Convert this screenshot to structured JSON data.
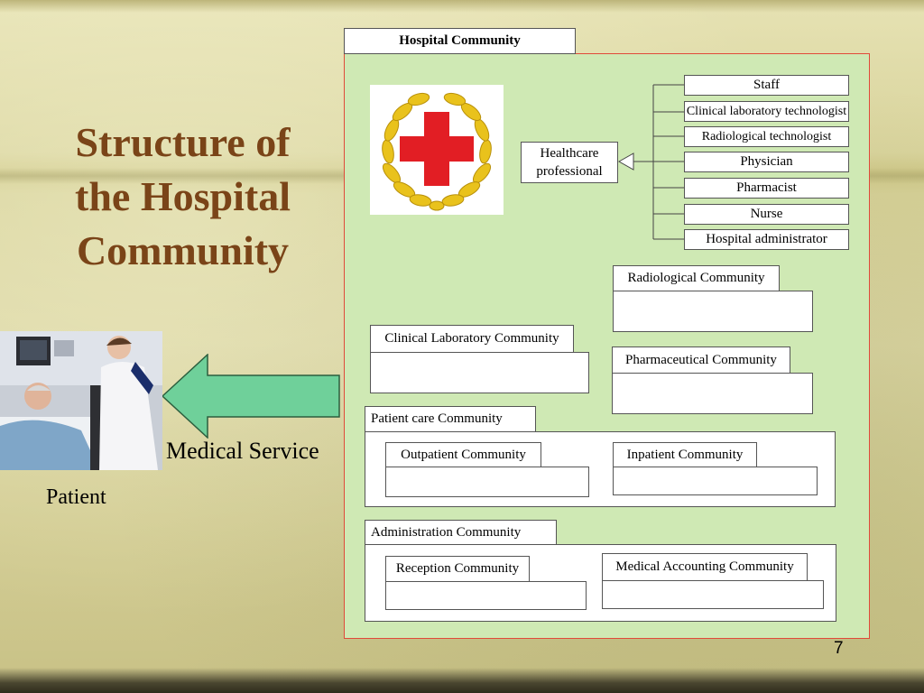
{
  "slide": {
    "title_lines": [
      "Structure of",
      "the Hospital",
      "Community"
    ],
    "page_number": "7",
    "colors": {
      "title": "#7a4418",
      "frame_fill": "#cfe9b4",
      "frame_border": "#e04a3a",
      "arrow_fill": "#6fd09a"
    }
  },
  "hospital": {
    "tab_label": "Hospital Community",
    "emblem_icon": "red-cross-laurel-icon",
    "healthcare_professional_lines": [
      "Healthcare",
      "professional"
    ],
    "roles": [
      "Staff",
      "Clinical laboratory technologist",
      "Radiological technologist",
      "Physician",
      "Pharmacist",
      "Nurse",
      "Hospital administrator"
    ],
    "communities": {
      "radiological": "Radiological Community",
      "clinical_laboratory": "Clinical Laboratory  Community",
      "pharmaceutical": "Pharmaceutical Community",
      "patient_care": "Patient care Community",
      "outpatient": "Outpatient Community",
      "inpatient": "Inpatient Community",
      "administration": "Administration Community",
      "reception": "Reception Community",
      "medical_accounting": "Medical Accounting Community"
    }
  },
  "left": {
    "arrow_icon": "left-arrow-icon",
    "service_label": "Medical Service",
    "patient_label": "Patient"
  }
}
